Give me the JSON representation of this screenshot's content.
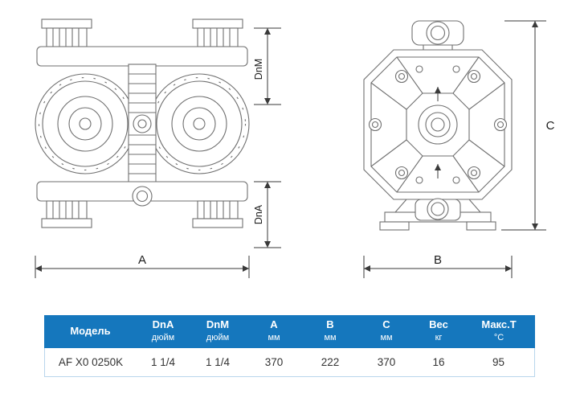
{
  "drawing": {
    "labels": {
      "dim_a": "A",
      "dim_b": "B",
      "dim_c": "C",
      "dim_dnm": "DnM",
      "dim_dna": "DnA"
    }
  },
  "table": {
    "columns": [
      {
        "label": "Модель",
        "unit": ""
      },
      {
        "label": "DnA",
        "unit": "дюйм"
      },
      {
        "label": "DnM",
        "unit": "дюйм"
      },
      {
        "label": "A",
        "unit": "мм"
      },
      {
        "label": "B",
        "unit": "мм"
      },
      {
        "label": "C",
        "unit": "мм"
      },
      {
        "label": "Вес",
        "unit": "кг"
      },
      {
        "label": "Макс.Т",
        "unit": "°C"
      }
    ],
    "rows": [
      {
        "model": "AF X0 0250K",
        "dna": "1 1/4",
        "dnm": "1 1/4",
        "a": "370",
        "b": "222",
        "c": "370",
        "weight": "16",
        "max_t": "95"
      }
    ]
  },
  "colors": {
    "page_bg": "#ffffff",
    "header_bg": "#1577bd",
    "header_text": "#ffffff",
    "row_text": "#333333",
    "table_border": "#b9d6ec",
    "drawing_line": "#6f6f6f",
    "dimension_line": "#3a3a3a"
  }
}
